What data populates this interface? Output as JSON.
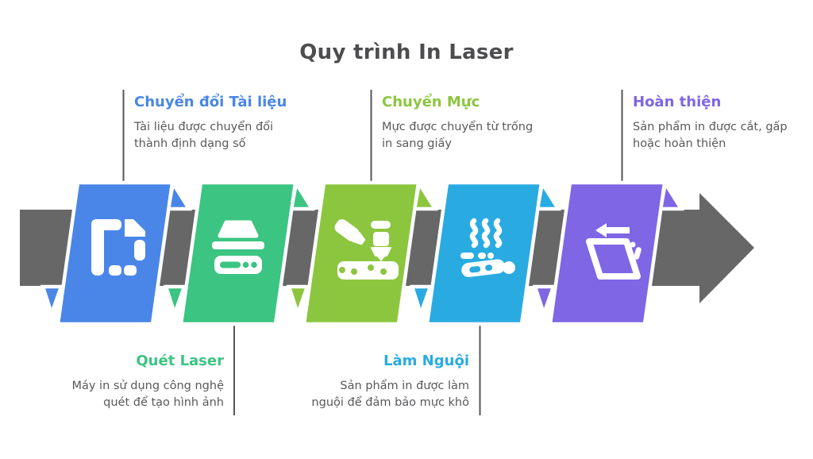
{
  "title": {
    "text": "Quy trình In Laser",
    "color": "#4d4d4f"
  },
  "arrow": {
    "color": "#676767"
  },
  "connector_color": "#55565a",
  "body_text_color": "#58595b",
  "steps": [
    {
      "title": "Chuyển đổi Tài liệu",
      "description": "Tài liệu được chuyển đổi\nthành định dạng số",
      "color": "#4a86e8",
      "icon": "document-convert-icon",
      "label_position": "top"
    },
    {
      "title": "Quét Laser",
      "description": "Máy in sử dụng công nghệ\nquét để tạo hình ảnh",
      "color": "#3bc482",
      "icon": "scanner-icon",
      "label_position": "bottom"
    },
    {
      "title": "Chuyển Mực",
      "description": "Mực được chuyển từ trống\nin sang giấy",
      "color": "#8cc63f",
      "icon": "laser-transfer-icon",
      "label_position": "top"
    },
    {
      "title": "Làm Nguội",
      "description": "Sản phẩm in được làm\nnguội để đảm bảo mực khô",
      "color": "#29abe2",
      "icon": "cooling-steam-icon",
      "label_position": "bottom"
    },
    {
      "title": "Hoàn thiện",
      "description": "Sản phẩm in được cắt, gấp\nhoặc hoàn thiện",
      "color": "#7e66e5",
      "icon": "finishing-output-icon",
      "label_position": "top"
    }
  ]
}
